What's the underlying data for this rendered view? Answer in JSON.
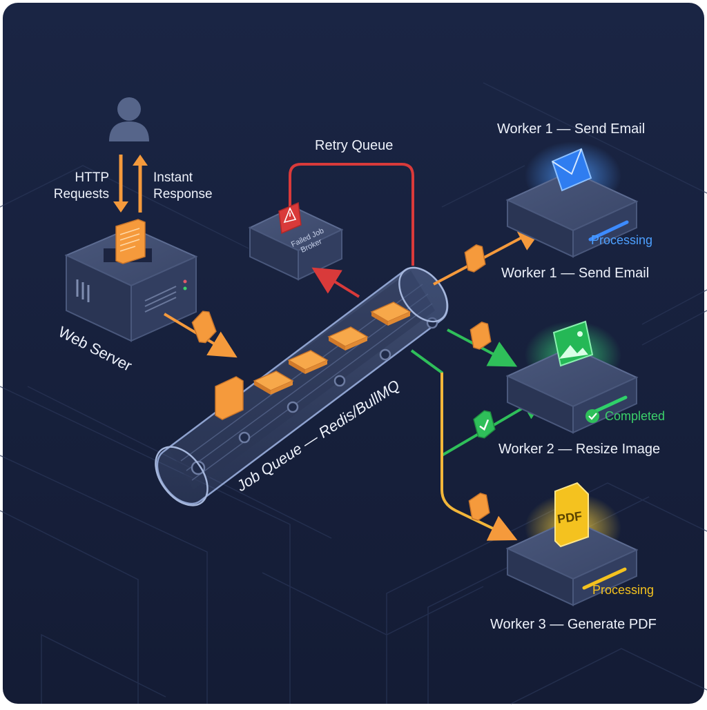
{
  "user": {
    "request_label_1": "HTTP",
    "request_label_2": "Requests",
    "response_label_1": "Instant",
    "response_label_2": "Response"
  },
  "web_server": {
    "label": "Web Server"
  },
  "retry": {
    "label": "Retry Queue",
    "broker_label_1": "Failed Job",
    "broker_label_2": "Broker"
  },
  "queue": {
    "label": "Job Queue — Redis/BullMQ"
  },
  "workers": [
    {
      "title": "Worker 1 — Send Email",
      "subtitle": "Worker 1 — Send Email",
      "status": "Processing",
      "icon": "envelope-icon",
      "color": "#3d8bff"
    },
    {
      "title": "Worker 2 — Resize Image",
      "status": "Completed",
      "icon": "image-icon",
      "color": "#2fd16a"
    },
    {
      "title": "Worker 3 — Generate PDF",
      "status": "Processing",
      "icon": "pdf-icon",
      "icon_text": "PDF",
      "color": "#f4c21f"
    }
  ],
  "colors": {
    "background": "#16213e",
    "job": "#f59a3c",
    "retry": "#d93a3a",
    "text": "#eef2fb"
  }
}
